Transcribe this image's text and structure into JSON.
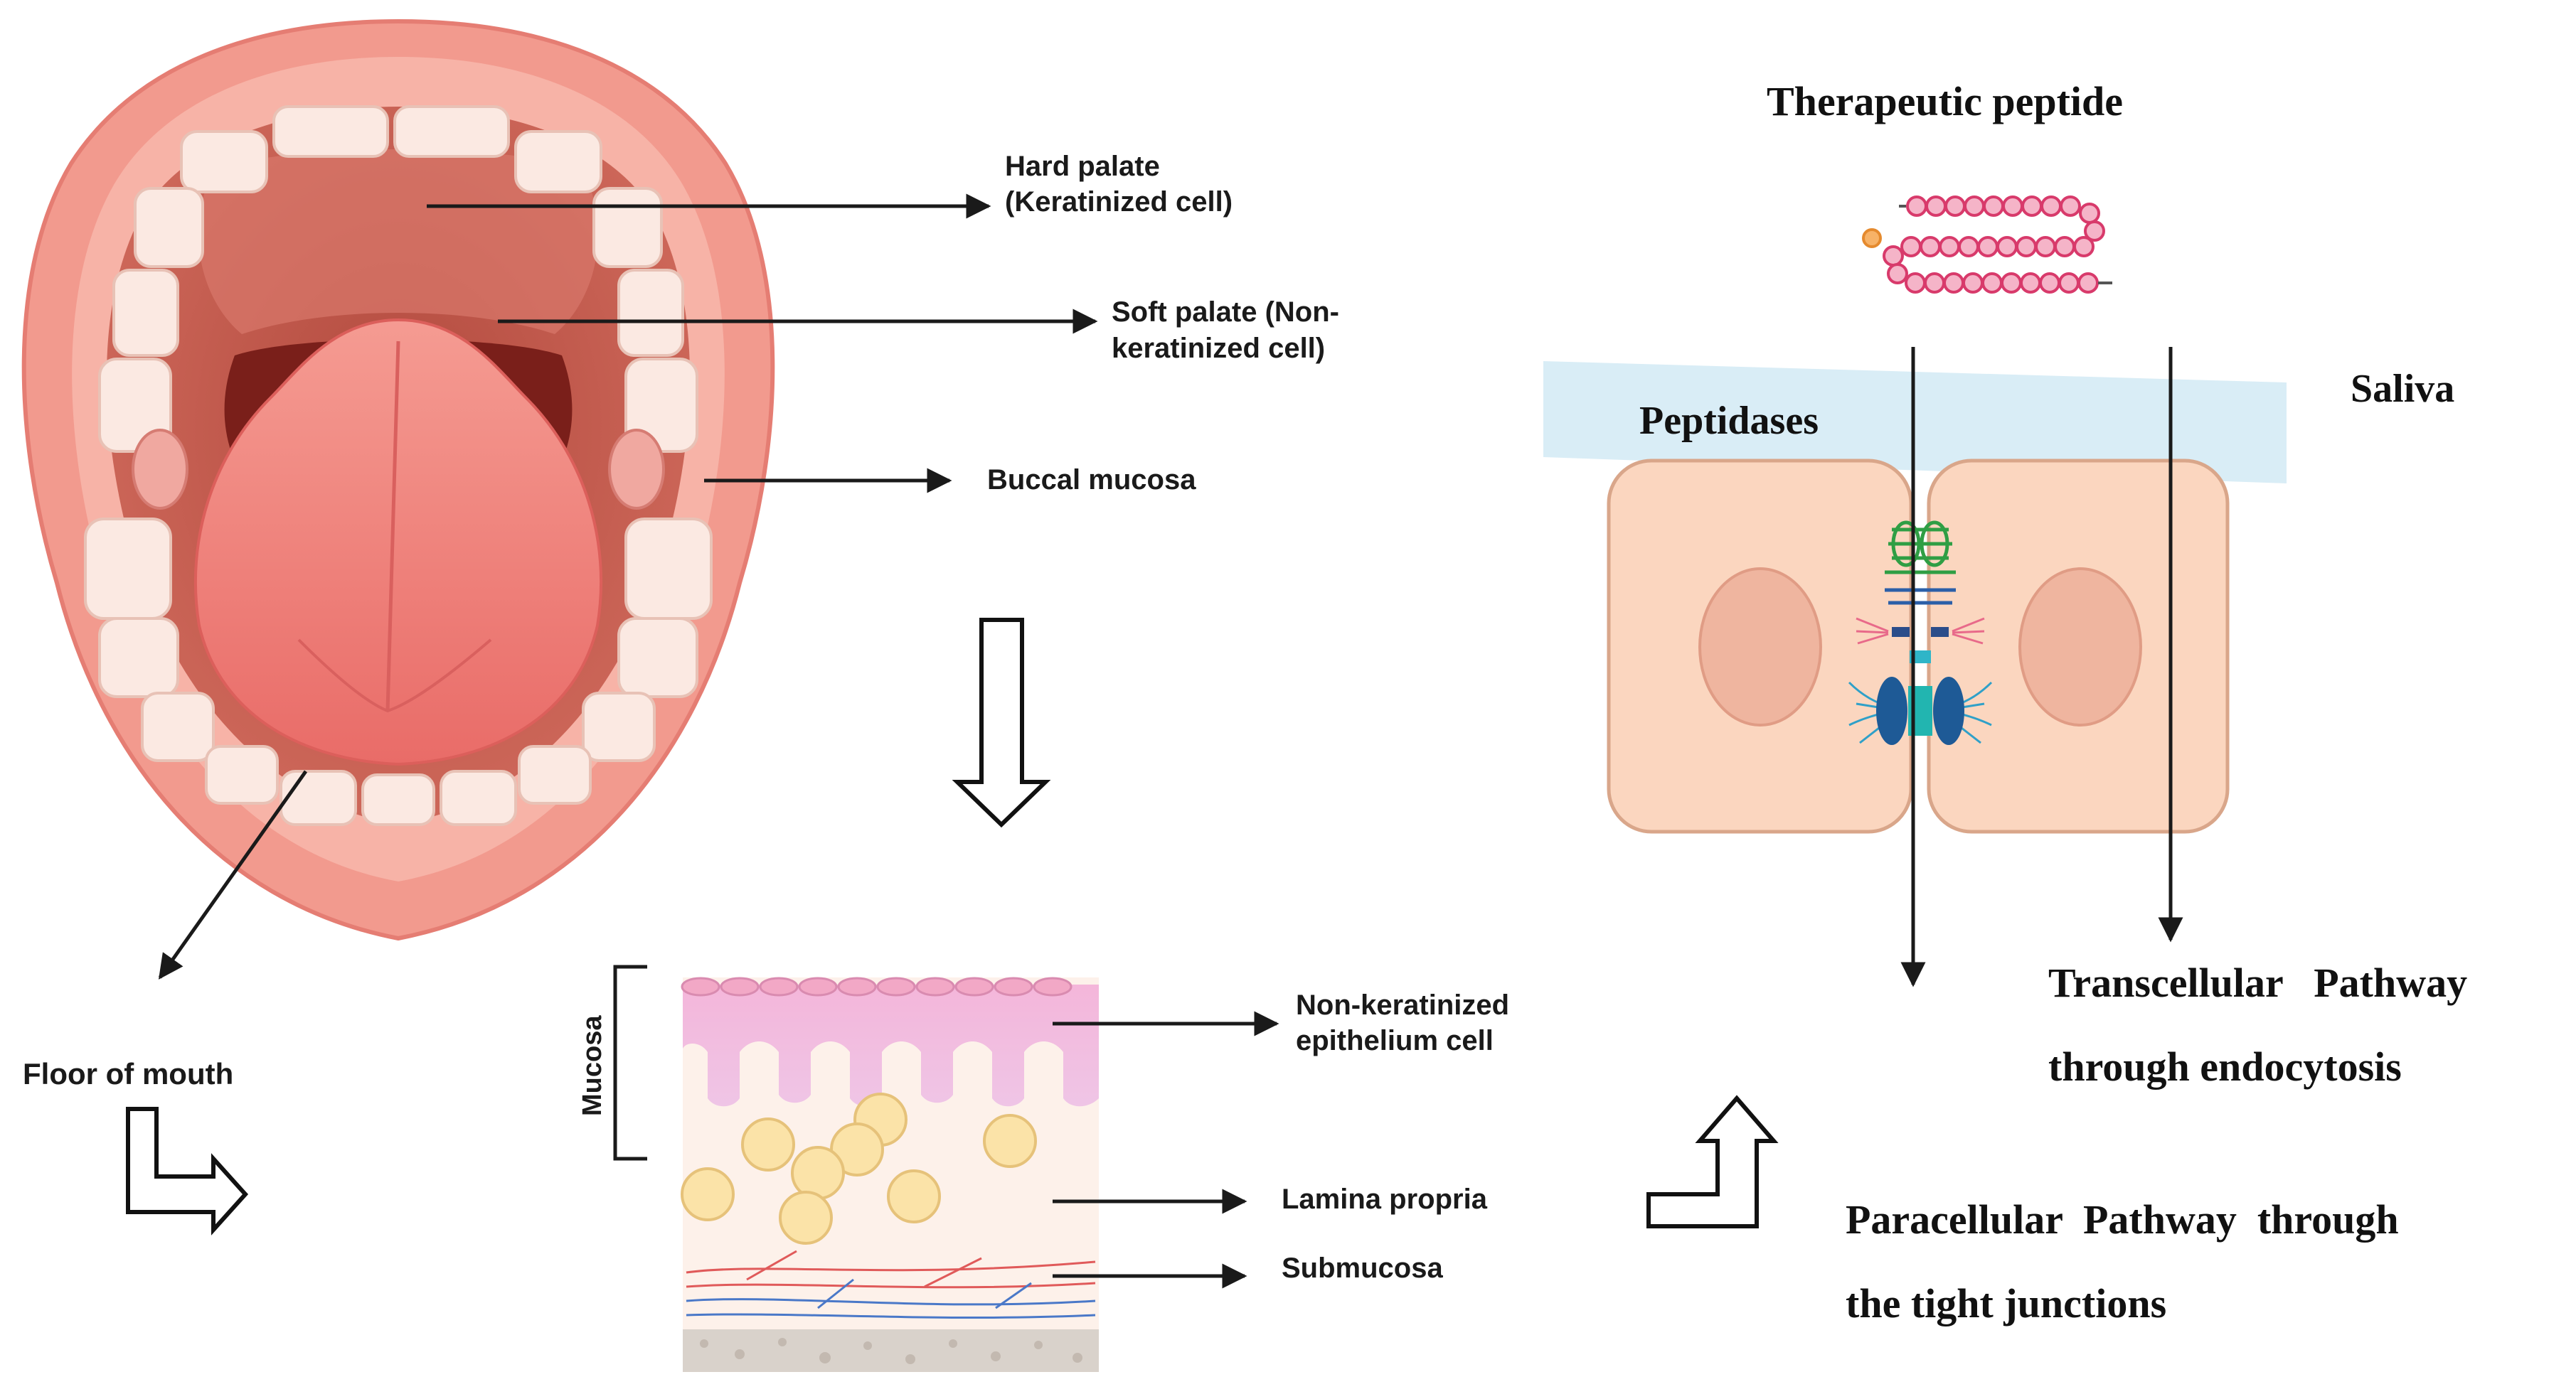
{
  "mouth_labels": {
    "hard_palate_1": "Hard palate",
    "hard_palate_2": "(Keratinized cell)",
    "soft_palate_1": "Soft palate (Non-",
    "soft_palate_2": "keratinized cell)",
    "buccal": "Buccal mucosa",
    "floor": "Floor of mouth"
  },
  "tissue_labels": {
    "mucosa": "Mucosa",
    "epithelium_1": "Non-keratinized",
    "epithelium_2": "epithelium cell",
    "lamina": "Lamina propria",
    "submucosa": "Submucosa"
  },
  "pathway_labels": {
    "peptide": "Therapeutic peptide",
    "saliva": "Saliva",
    "peptidases": "Peptidases",
    "transcellular_1": "Transcellular   Pathway",
    "transcellular_2": "through endocytosis",
    "paracellular_1": "Paracellular  Pathway  through",
    "paracellular_2": "the tight junctions"
  },
  "colors": {
    "lip": "#f29a8e",
    "mouth_interior": "#c65a4c",
    "tongue": "#ee7f78",
    "tooth": "#fbe9e2",
    "saliva": "#d9edf6",
    "cell": "#fbd6bf",
    "nucleus": "#efb59f",
    "peptide": "#d83a6b"
  }
}
